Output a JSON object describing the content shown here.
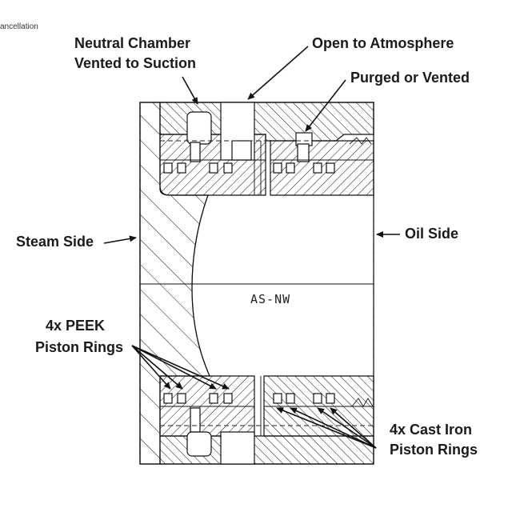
{
  "labels": {
    "top_fragment": "ancellation",
    "neutral_chamber_line1": "Neutral Chamber",
    "neutral_chamber_line2": "Vented to Suction",
    "open_to_atmosphere": "Open to Atmosphere",
    "purged_or_vented": "Purged or Vented",
    "steam_side": "Steam Side",
    "oil_side": "Oil Side",
    "center_tag": "AS-NW",
    "peek_line1": "4x PEEK",
    "peek_line2": "Piston Rings",
    "cast_iron_line1": "4x Cast Iron",
    "cast_iron_line2": "Piston Rings"
  }
}
